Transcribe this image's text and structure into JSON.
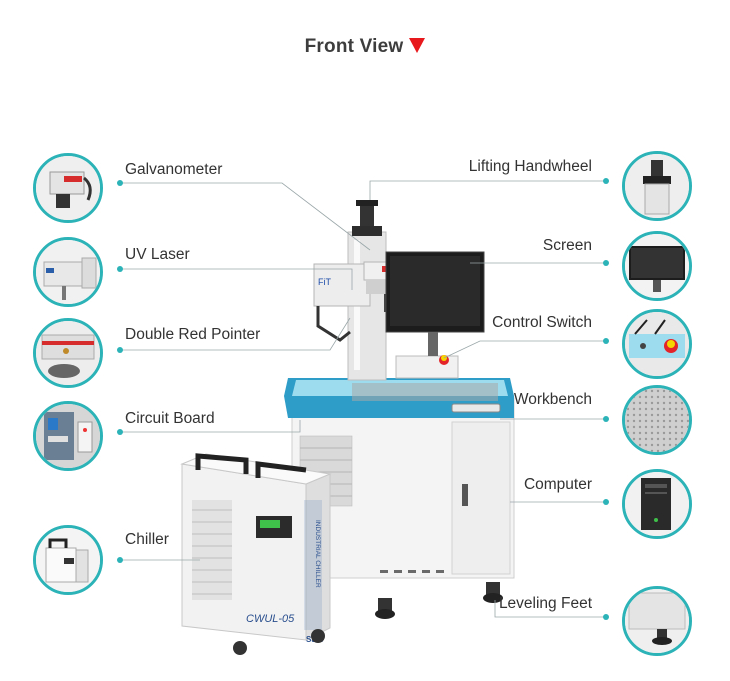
{
  "title": "Front View",
  "title_marker_color": "#e8191d",
  "accent_color": "#2bb3b8",
  "left_parts": [
    {
      "label": "Galvanometer",
      "icon": "galvanometer-icon"
    },
    {
      "label": "UV Laser",
      "icon": "uv-laser-icon"
    },
    {
      "label": "Double Red Pointer",
      "icon": "red-pointer-icon"
    },
    {
      "label": "Circuit Board",
      "icon": "circuit-board-icon"
    },
    {
      "label": "Chiller",
      "icon": "chiller-icon"
    }
  ],
  "right_parts": [
    {
      "label": "Lifting Handwheel",
      "icon": "handwheel-icon"
    },
    {
      "label": "Screen",
      "icon": "screen-icon"
    },
    {
      "label": "Control Switch",
      "icon": "control-switch-icon"
    },
    {
      "label": "Workbench",
      "icon": "workbench-icon"
    },
    {
      "label": "Computer",
      "icon": "computer-icon"
    },
    {
      "label": "Leveling Feet",
      "icon": "leveling-feet-icon"
    }
  ],
  "machine": {
    "brand_mark": "FiT",
    "chiller_model": "CWUL-05",
    "chiller_side_text": "INDUSTRIAL CHILLER",
    "chiller_brand": "S&A"
  }
}
